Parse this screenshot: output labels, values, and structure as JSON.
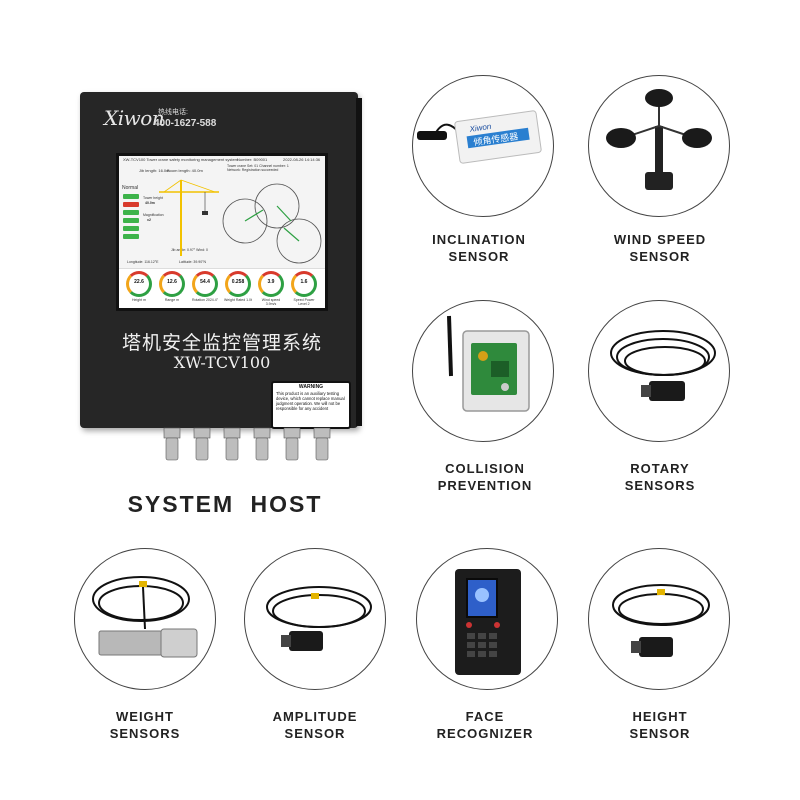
{
  "host": {
    "brand": "Xiwon",
    "hotline_caption": "热线电话:",
    "hotline": "400-1627-588",
    "screen": {
      "title": "XW-TCV100 Tower crane safety monitoring management system",
      "number": "Number: B09001",
      "date": "2022-08-26 14:14:36",
      "jib_length": "Jib length: 16.0m",
      "boom_length": "Boom length: 40.0m",
      "status_1": "Tower crane Set: 01    Channel number: 1",
      "status_2": "Network: Registration succeeded",
      "normal": "Normal",
      "tower_height": "Tower height",
      "tower_height_val": "40.0m",
      "magnification": "Magnification",
      "magnification_val": "x2",
      "angle_readout": "Jib angle: 0.97°  Wind: 0",
      "longitude": "Longitude: 116.12°E",
      "latitude": "Latitude: 39.90°N",
      "gauges": [
        {
          "value": "22.6",
          "label": "Height m"
        },
        {
          "value": "12.6",
          "label": "Range m"
        },
        {
          "value": "54.4",
          "label": "Rotation 2024.4°"
        },
        {
          "value": "0.258",
          "label": "Weight Rated 1.0t"
        },
        {
          "value": "3.9",
          "label": "Wind speed 3.9m/s"
        },
        {
          "value": "1.6",
          "label": "Speed Power Level 2"
        }
      ]
    },
    "title_cn": "塔机安全监控管理系统",
    "model": "XW-TCV100",
    "warning_title": "WARNING",
    "warning_text": "This product is an auxiliary testing device, which cannot replace manual judgment operation. We will not be responsible for any accident"
  },
  "system_host_label": "SYSTEM  HOST",
  "sensors": [
    {
      "line1": "INCLINATION",
      "line2": "SENSOR",
      "icon": "inclination-sensor-icon"
    },
    {
      "line1": "WIND SPEED",
      "line2": "SENSOR",
      "icon": "anemometer-icon"
    },
    {
      "line1": "COLLISION",
      "line2": "PREVENTION",
      "icon": "collision-module-icon"
    },
    {
      "line1": "ROTARY",
      "line2": "SENSORS",
      "icon": "rotary-sensor-icon"
    },
    {
      "line1": "WEIGHT",
      "line2": "SENSORS",
      "icon": "load-cell-icon"
    },
    {
      "line1": "AMPLITUDE",
      "line2": "SENSOR",
      "icon": "amplitude-sensor-icon"
    },
    {
      "line1": "FACE",
      "line2": "RECOGNIZER",
      "icon": "face-recognizer-icon"
    },
    {
      "line1": "HEIGHT",
      "line2": "SENSOR",
      "icon": "height-sensor-icon"
    }
  ],
  "inclination_label": {
    "brand": "Xiwon",
    "cn": "倾角传感器"
  },
  "colors": {
    "host_body": "#262626",
    "gauge_green": "#2ea043",
    "gauge_red": "#d83a2c",
    "chip_green": "#3db34a"
  }
}
